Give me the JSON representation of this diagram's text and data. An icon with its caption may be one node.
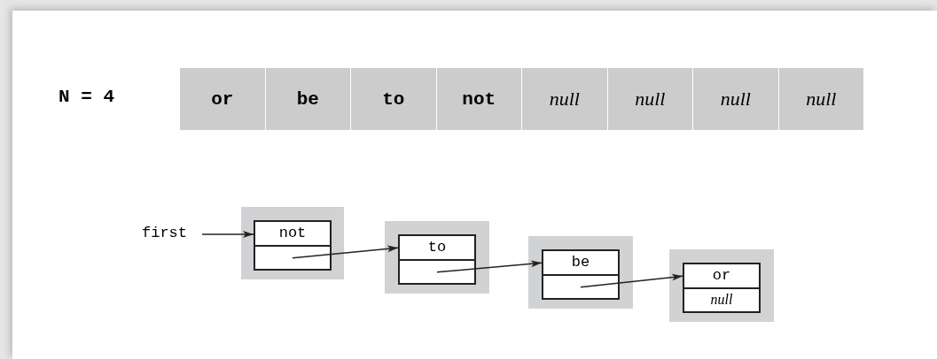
{
  "diagram": {
    "nodes": [
      {
        "text": [
          "or"
        ]
      },
      {
        "text": [
          "be"
        ]
      },
      {
        "text": [
          "to"
        ]
      },
      {
        "text": [
          "not"
        ]
      },
      {
        "text": [
          "null"
        ]
      },
      {
        "text": [
          "null"
        ]
      },
      {
        "text": [
          "null"
        ]
      },
      {
        "text": [
          "null"
        ]
      },
      {
        "text": [
          "first"
        ]
      },
      {
        "text": [],
        "shape": "box"
      },
      {
        "text": [
          "not"
        ],
        "in": 9
      },
      {
        "text": [],
        "shape": "box"
      },
      {
        "text": [
          "to"
        ],
        "in": 11
      },
      {
        "text": [],
        "shape": "box"
      },
      {
        "text": [
          "be"
        ],
        "in": 13
      },
      {
        "text": [],
        "shape": "box"
      },
      {
        "text": [
          "or",
          "null"
        ],
        "in": 15
      }
    ],
    "edges": [
      {
        "from": 8,
        "to": 10,
        "arrow": "to"
      },
      {
        "from": 10,
        "to": 12,
        "arrow": "to"
      },
      {
        "from": 12,
        "to": 14,
        "arrow": "to"
      },
      {
        "from": 14,
        "to": 16,
        "arrow": "to"
      }
    ],
    "labels": [
      "N = 4"
    ]
  }
}
